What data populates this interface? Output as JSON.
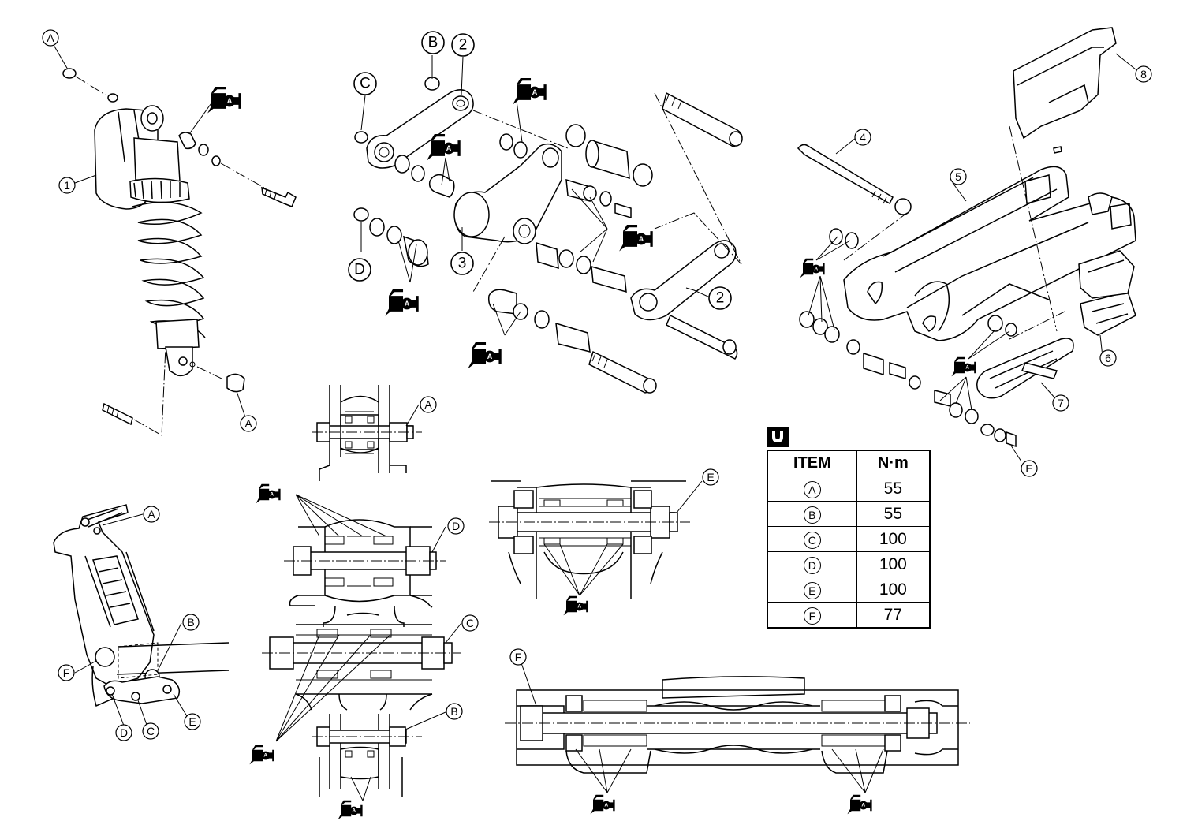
{
  "callouts": {
    "A": "A",
    "B": "B",
    "C": "C",
    "D": "D",
    "E": "E",
    "F": "F",
    "n1": "1",
    "n2": "2",
    "n3": "3",
    "n4": "4",
    "n5": "5",
    "n6": "6",
    "n7": "7",
    "n8": "8"
  },
  "grease_symbol_letter": "A",
  "torque_table": {
    "icon": "torque-wrench-icon",
    "headers": [
      "ITEM",
      "N·m"
    ],
    "rows": [
      {
        "item": "A",
        "value": "55"
      },
      {
        "item": "B",
        "value": "55"
      },
      {
        "item": "C",
        "value": "100"
      },
      {
        "item": "D",
        "value": "100"
      },
      {
        "item": "E",
        "value": "100"
      },
      {
        "item": "F",
        "value": "77"
      }
    ]
  },
  "colors": {
    "line": "#000000",
    "background": "#ffffff"
  }
}
